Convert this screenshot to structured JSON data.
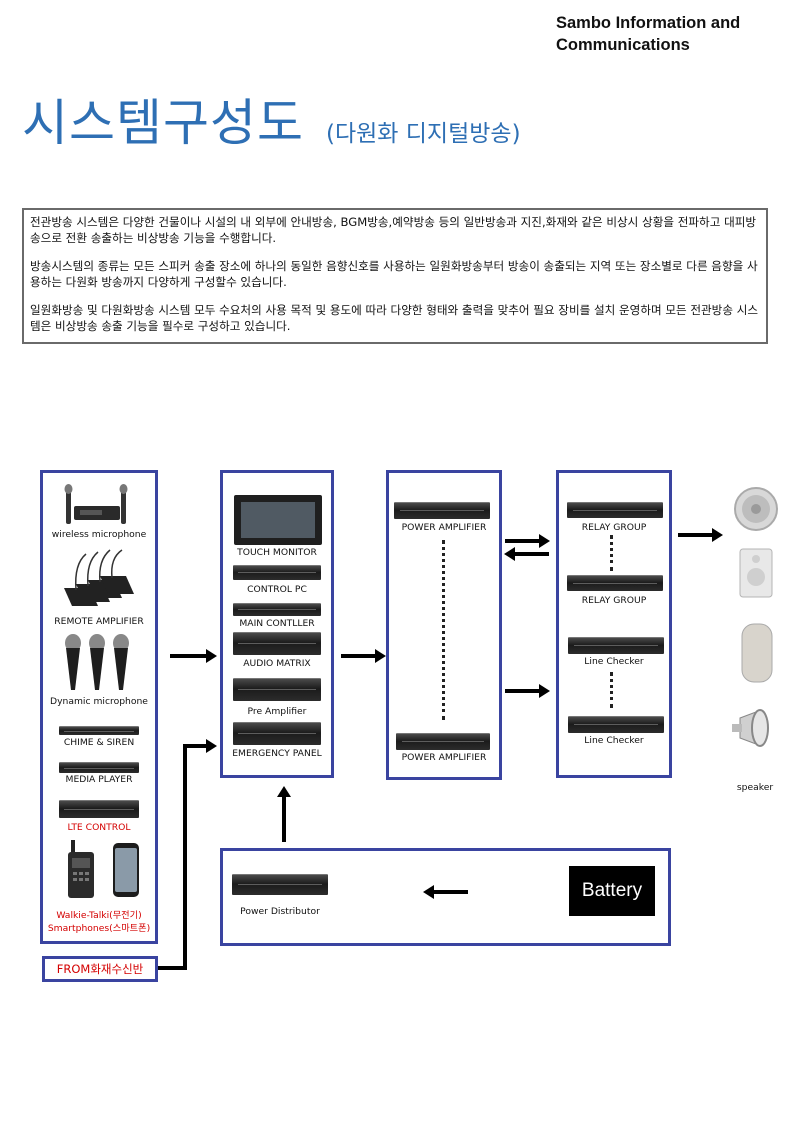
{
  "header": {
    "company_line1": "Sambo Information and",
    "company_line2": "Communications",
    "title": "시스템구성도",
    "subtitle": "(다원화 디지털방송)"
  },
  "description": {
    "p1": "전관방송 시스템은 다양한 건물이나 시설의 내 외부에 안내방송, BGM방송,예약방송 등의 일반방송과 지진,화재와 같은 비상시 상황을 전파하고 대피방송으로 전환 송출하는 비상방송 기능을 수행합니다.",
    "p2": "방송시스템의 종류는 모든 스피커 송출 장소에 하나의 동일한 음향신호를 사용하는 일원화방송부터 방송이 송출되는 지역 또는 장소별로 다른 음향을 사용하는 다원화 방송까지 다양하게 구성할수 있습니다.",
    "p3": "일원화방송 및 다원화방송 시스템 모두 수요처의 사용 목적 및 용도에 따라 다양한 형태와 출력을 맞추어 필요 장비를 설치 운영하며 모든 전관방송 시스템은 비상방송 송출 기능을 필수로 구성하고 있습니다."
  },
  "sources": {
    "wireless_mic": "wireless microphone",
    "remote_amp": "REMOTE AMPLIFIER",
    "dynamic_mic": "Dynamic microphone",
    "chime": "CHIME & SIREN",
    "media_player": "MEDIA PLAYER",
    "lte": "LTE CONTROL",
    "walkie": "Walkie-Talki(무전기)",
    "smartphones": "Smartphones(스마트폰)",
    "from_fire": "FROM화재수신반"
  },
  "control": {
    "touch_monitor": "TOUCH MONITOR",
    "control_pc": "CONTROL PC",
    "main_controller": "MAIN CONTLLER",
    "audio_matrix": "AUDIO MATRIX",
    "pre_amp": "Pre Amplifier",
    "emergency": "EMERGENCY PANEL"
  },
  "amplifiers": {
    "top": "POWER AMPLIFIER",
    "bottom": "POWER AMPLIFIER"
  },
  "relays": {
    "relay1": "RELAY GROUP",
    "relay2": "RELAY GROUP",
    "checker1": "Line Checker",
    "checker2": "Line Checker"
  },
  "speaker_label": "speaker",
  "power": {
    "distributor": "Power Distributor",
    "battery": "Battery"
  },
  "colors": {
    "title": "#2e6fb4",
    "box_border": "#3a44a0",
    "warning_text": "#d40000"
  }
}
